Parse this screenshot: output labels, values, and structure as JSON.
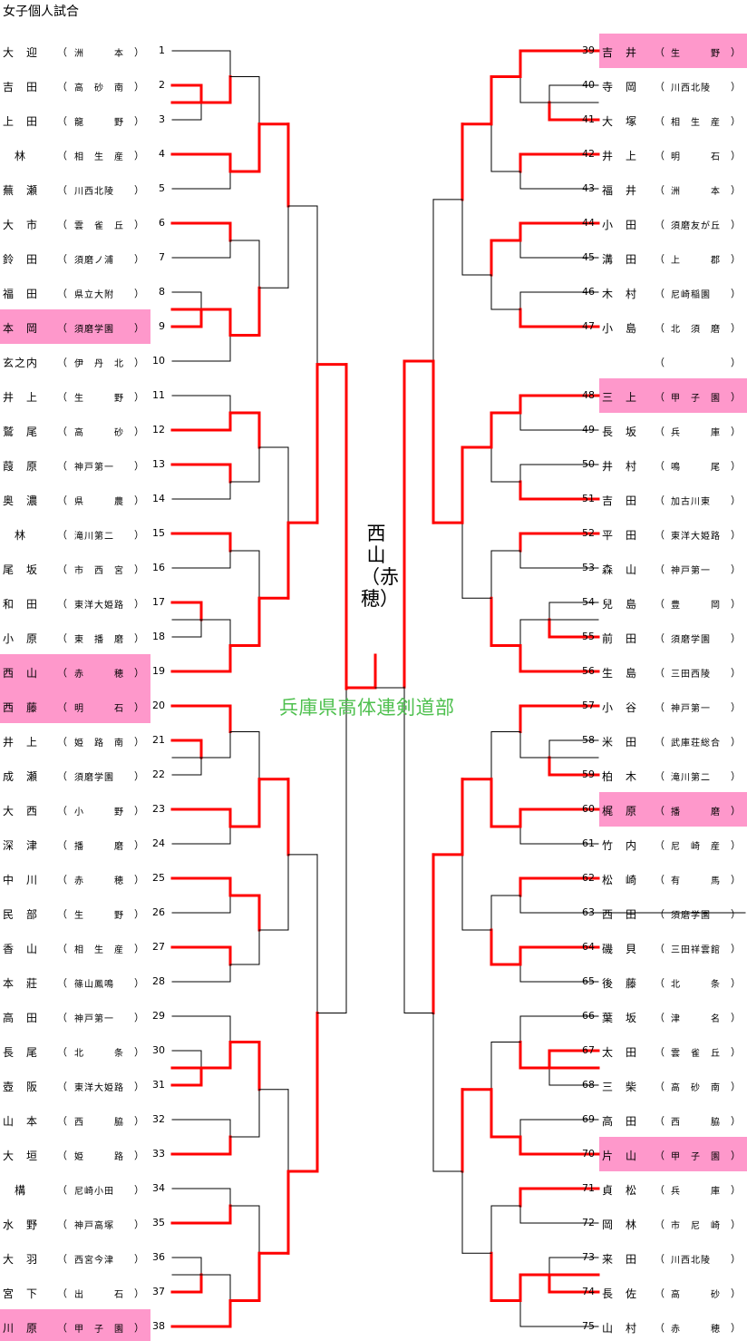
{
  "title": "女子個人試合",
  "champion": "西山（赤穂）",
  "watermark": "兵庫県高体連剣道部",
  "colors": {
    "highlight": "#fe98cb",
    "winner_line": "#ff0000",
    "normal_line": "#000000",
    "watermark": "#4fc04f"
  },
  "left_entries": [
    {
      "num": "1",
      "name": "大　迎",
      "school": "洲　　　本",
      "hl": false
    },
    {
      "num": "2",
      "name": "吉　田",
      "school": "高　砂　南",
      "hl": false
    },
    {
      "num": "3",
      "name": "上　田",
      "school": "龍　　　野",
      "hl": false
    },
    {
      "num": "4",
      "name": "　林",
      "school": "相　生　産",
      "hl": false
    },
    {
      "num": "5",
      "name": "蕪　瀬",
      "school": "川西北陵",
      "hl": false
    },
    {
      "num": "6",
      "name": "大　市",
      "school": "雲　雀　丘",
      "hl": false
    },
    {
      "num": "7",
      "name": "鈴　田",
      "school": "須磨ノ浦",
      "hl": false
    },
    {
      "num": "8",
      "name": "福　田",
      "school": "県立大附",
      "hl": false
    },
    {
      "num": "9",
      "name": "本　岡",
      "school": "須磨学園",
      "hl": true
    },
    {
      "num": "10",
      "name": "玄之内",
      "school": "伊　丹　北",
      "hl": false
    },
    {
      "num": "11",
      "name": "井　上",
      "school": "生　　　野",
      "hl": false
    },
    {
      "num": "12",
      "name": "鷲　尾",
      "school": "高　　　砂",
      "hl": false
    },
    {
      "num": "13",
      "name": "葭　原",
      "school": "神戸第一",
      "hl": false
    },
    {
      "num": "14",
      "name": "奥　濃",
      "school": "県　　　農",
      "hl": false
    },
    {
      "num": "15",
      "name": "　林",
      "school": "滝川第二",
      "hl": false
    },
    {
      "num": "16",
      "name": "尾　坂",
      "school": "市　西　宮",
      "hl": false
    },
    {
      "num": "17",
      "name": "和　田",
      "school": "東洋大姫路",
      "hl": false
    },
    {
      "num": "18",
      "name": "小　原",
      "school": "東　播　磨",
      "hl": false
    },
    {
      "num": "19",
      "name": "西　山",
      "school": "赤　　　穂",
      "hl": true
    },
    {
      "num": "20",
      "name": "西　藤",
      "school": "明　　　石",
      "hl": true
    },
    {
      "num": "21",
      "name": "井　上",
      "school": "姫　路　南",
      "hl": false
    },
    {
      "num": "22",
      "name": "成　瀬",
      "school": "須磨学園",
      "hl": false
    },
    {
      "num": "23",
      "name": "大　西",
      "school": "小　　　野",
      "hl": false
    },
    {
      "num": "24",
      "name": "深　津",
      "school": "播　　　磨",
      "hl": false
    },
    {
      "num": "25",
      "name": "中　川",
      "school": "赤　　　穂",
      "hl": false
    },
    {
      "num": "26",
      "name": "民　部",
      "school": "生　　　野",
      "hl": false
    },
    {
      "num": "27",
      "name": "香　山",
      "school": "相　生　産",
      "hl": false
    },
    {
      "num": "28",
      "name": "本　莊",
      "school": "篠山鳳鳴",
      "hl": false
    },
    {
      "num": "29",
      "name": "高　田",
      "school": "神戸第一",
      "hl": false
    },
    {
      "num": "30",
      "name": "長　尾",
      "school": "北　　　条",
      "hl": false
    },
    {
      "num": "31",
      "name": "壺　阪",
      "school": "東洋大姫路",
      "hl": false
    },
    {
      "num": "32",
      "name": "山　本",
      "school": "西　　　脇",
      "hl": false
    },
    {
      "num": "33",
      "name": "大　垣",
      "school": "姫　　　路",
      "hl": false
    },
    {
      "num": "34",
      "name": "　構",
      "school": "尼崎小田",
      "hl": false
    },
    {
      "num": "35",
      "name": "水　野",
      "school": "神戸高塚",
      "hl": false
    },
    {
      "num": "36",
      "name": "大　羽",
      "school": "西宮今津",
      "hl": false
    },
    {
      "num": "37",
      "name": "宮　下",
      "school": "出　　　石",
      "hl": false
    },
    {
      "num": "38",
      "name": "川　原",
      "school": "甲　子　園",
      "hl": true
    }
  ],
  "right_entries": [
    {
      "num": "39",
      "name": "吉　井",
      "school": "生　　　野",
      "hl": true,
      "row": 0
    },
    {
      "num": "40",
      "name": "寺　岡",
      "school": "川西北陵",
      "hl": false,
      "row": 1
    },
    {
      "num": "41",
      "name": "大　塚",
      "school": "相　生　産",
      "hl": false,
      "row": 2
    },
    {
      "num": "42",
      "name": "井　上",
      "school": "明　　　石",
      "hl": false,
      "row": 3
    },
    {
      "num": "43",
      "name": "福　井",
      "school": "洲　　　本",
      "hl": false,
      "row": 4
    },
    {
      "num": "44",
      "name": "小　田",
      "school": "須磨友が丘",
      "hl": false,
      "row": 5
    },
    {
      "num": "45",
      "name": "溝　田",
      "school": "上　　　郡",
      "hl": false,
      "row": 6
    },
    {
      "num": "46",
      "name": "木　村",
      "school": "尼崎稲園",
      "hl": false,
      "row": 7
    },
    {
      "num": "47",
      "name": "小　島",
      "school": "北　須　磨",
      "hl": false,
      "row": 8
    },
    {
      "num": "",
      "name": "",
      "school": "",
      "hl": false,
      "row": 9
    },
    {
      "num": "48",
      "name": "三　上",
      "school": "甲　子　園",
      "hl": true,
      "row": 10
    },
    {
      "num": "49",
      "name": "長　坂",
      "school": "兵　　　庫",
      "hl": false,
      "row": 11
    },
    {
      "num": "50",
      "name": "井　村",
      "school": "鳴　　　尾",
      "hl": false,
      "row": 12
    },
    {
      "num": "51",
      "name": "吉　田",
      "school": "加古川東",
      "hl": false,
      "row": 13
    },
    {
      "num": "52",
      "name": "平　田",
      "school": "東洋大姫路",
      "hl": false,
      "row": 14
    },
    {
      "num": "53",
      "name": "森　山",
      "school": "神戸第一",
      "hl": false,
      "row": 15
    },
    {
      "num": "54",
      "name": "兒　島",
      "school": "豊　　　岡",
      "hl": false,
      "row": 16
    },
    {
      "num": "55",
      "name": "前　田",
      "school": "須磨学園",
      "hl": false,
      "row": 17
    },
    {
      "num": "56",
      "name": "生　島",
      "school": "三田西陵",
      "hl": false,
      "row": 18
    },
    {
      "num": "57",
      "name": "小　谷",
      "school": "神戸第一",
      "hl": false,
      "row": 19
    },
    {
      "num": "58",
      "name": "米　田",
      "school": "武庫荘総合",
      "hl": false,
      "row": 20
    },
    {
      "num": "59",
      "name": "柏　木",
      "school": "滝川第二",
      "hl": false,
      "row": 21
    },
    {
      "num": "60",
      "name": "梶　原",
      "school": "播　　　磨",
      "hl": true,
      "row": 22
    },
    {
      "num": "61",
      "name": "竹　内",
      "school": "尼　崎　産",
      "hl": false,
      "row": 23
    },
    {
      "num": "62",
      "name": "松　崎",
      "school": "有　　　馬",
      "hl": false,
      "row": 24
    },
    {
      "num": "63",
      "name": "西　田",
      "school": "須磨学園",
      "hl": false,
      "row": 25
    },
    {
      "num": "64",
      "name": "磯　貝",
      "school": "三田祥雲館",
      "hl": false,
      "row": 26
    },
    {
      "num": "65",
      "name": "後　藤",
      "school": "北　　　条",
      "hl": false,
      "row": 27
    },
    {
      "num": "66",
      "name": "葉　坂",
      "school": "津　　　名",
      "hl": false,
      "row": 28
    },
    {
      "num": "67",
      "name": "太　田",
      "school": "雲　雀　丘",
      "hl": false,
      "row": 29
    },
    {
      "num": "68",
      "name": "三　柴",
      "school": "高　砂　南",
      "hl": false,
      "row": 30
    },
    {
      "num": "69",
      "name": "高　田",
      "school": "西　　　脇",
      "hl": false,
      "row": 31
    },
    {
      "num": "70",
      "name": "片　山",
      "school": "甲　子　園",
      "hl": true,
      "row": 32
    },
    {
      "num": "71",
      "name": "貞　松",
      "school": "兵　　　庫",
      "hl": false,
      "row": 33
    },
    {
      "num": "72",
      "name": "岡　林",
      "school": "市　尼　崎",
      "hl": false,
      "row": 34
    },
    {
      "num": "73",
      "name": "来　田",
      "school": "川西北陵",
      "hl": false,
      "row": 35
    },
    {
      "num": "74",
      "name": "長　佐",
      "school": "高　　　砂",
      "hl": false,
      "row": 36
    },
    {
      "num": "75",
      "name": "山　村",
      "school": "赤　　　穂",
      "hl": false,
      "row": 37
    }
  ]
}
